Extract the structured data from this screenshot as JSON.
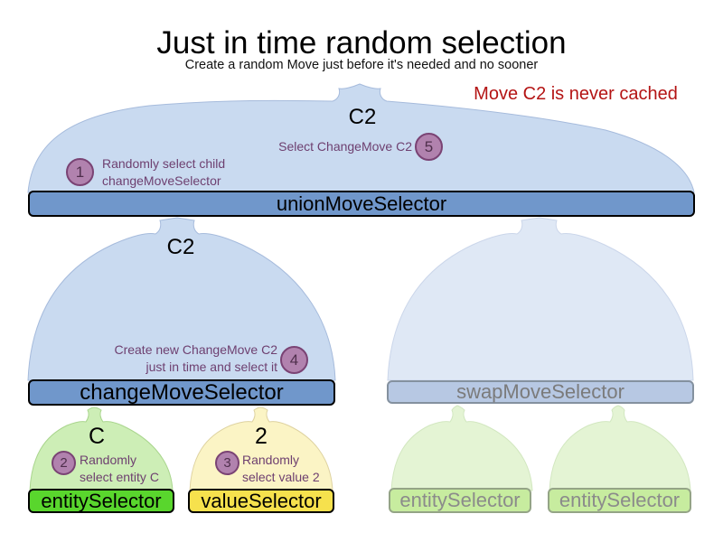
{
  "header": {
    "title": "Just in time random selection",
    "subtitle": "Create a random Move just before it's needed and no sooner",
    "note": "Move C2 is never cached"
  },
  "selectors": {
    "union": {
      "label": "unionMoveSelector",
      "output_label": "C2"
    },
    "change": {
      "label": "changeMoveSelector",
      "output_label": "C2"
    },
    "swap": {
      "label": "swapMoveSelector"
    },
    "entity": {
      "label": "entitySelector",
      "output_label": "C"
    },
    "value": {
      "label": "valueSelector",
      "output_label": "2"
    },
    "faded_entity_1": {
      "label": "entitySelector"
    },
    "faded_entity_2": {
      "label": "entitySelector"
    }
  },
  "steps": [
    {
      "number": "1",
      "lines": [
        "Randomly select child",
        "changeMoveSelector"
      ]
    },
    {
      "number": "2",
      "lines": [
        "Randomly",
        "select entity C"
      ]
    },
    {
      "number": "3",
      "lines": [
        "Randomly",
        "select value 2"
      ]
    },
    {
      "number": "4",
      "lines": [
        "Create new ChangeMove C2",
        "just in time and select it"
      ]
    },
    {
      "number": "5",
      "lines": [
        "Select ChangeMove C2"
      ]
    }
  ],
  "colors": {
    "title": "#000000",
    "note_red": "#b41414",
    "annotation_purple": "#6e4070",
    "circle_fill": "#b182ae",
    "circle_border": "#7a4374",
    "circle_number": "#4f2f4c",
    "bar_blue": "#7097cb",
    "dome_blue": "#c9daf0",
    "dome_blue_border": "#a6bbdc",
    "bar_swap": "#b7c8e3",
    "bar_swap_border": "#84919f",
    "bar_swap_text": "#7b7b7b",
    "dome_swap": "#dfe8f5",
    "dome_swap_border": "#cbd6ea",
    "bar_green": "#59d62d",
    "dome_green": "#cdeeb6",
    "dome_green_border": "#a9d58d",
    "bar_yellow": "#f6e14d",
    "dome_yellow": "#fbf4c5",
    "dome_yellow_border": "#ded2a0",
    "bar_faded_green": "#c7ec9f",
    "bar_faded_green_border": "#94a486",
    "bar_faded_text": "#8b8b8b",
    "dome_faded_green": "#e4f4d4",
    "dome_faded_green_border": "#d2e7c0"
  }
}
